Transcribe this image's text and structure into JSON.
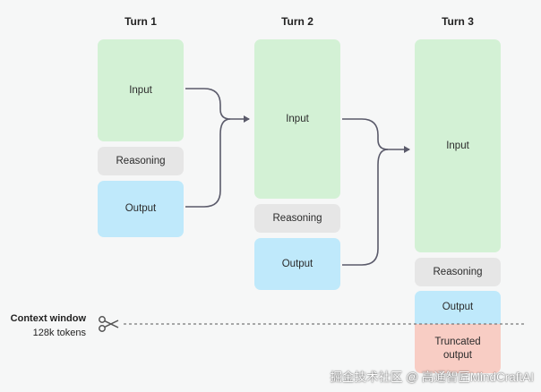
{
  "turns": [
    {
      "title": "Turn 1",
      "input": "Input",
      "reasoning": "Reasoning",
      "output": "Output"
    },
    {
      "title": "Turn 2",
      "input": "Input",
      "reasoning": "Reasoning",
      "output": "Output"
    },
    {
      "title": "Turn 3",
      "input": "Input",
      "reasoning": "Reasoning",
      "output": "Output",
      "truncated": "Truncated\noutput"
    }
  ],
  "context_window": {
    "title": "Context window",
    "size": "128k tokens"
  },
  "watermark": "掘金技术社区 @ 高通智匠MindCraftAI",
  "colors": {
    "input": "#d3f1d5",
    "reasoning": "#e6e6e6",
    "output": "#bfe9fb",
    "truncated": "#f8cdc4",
    "arrow": "#5a5a6a"
  },
  "icons": {
    "scissors": "scissors-icon"
  }
}
